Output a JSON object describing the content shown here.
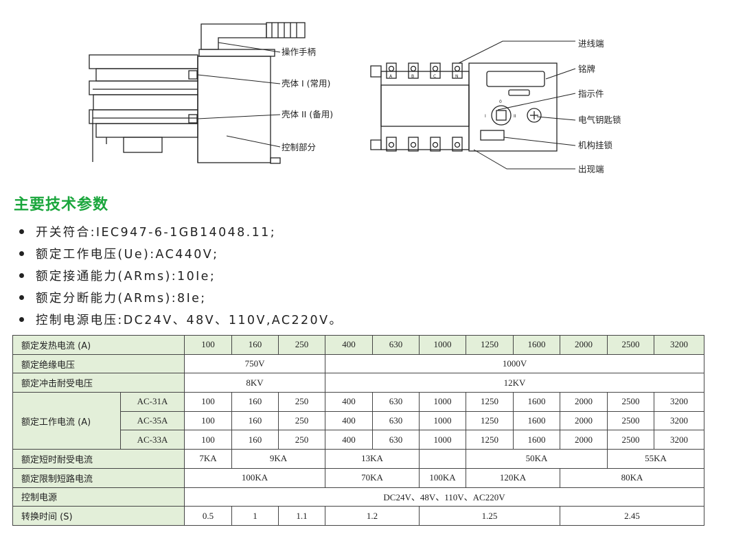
{
  "diagram": {
    "left_labels": [
      "操作手柄",
      "壳体 I (常用)",
      "壳体 II (备用)",
      "控制部分"
    ],
    "right_labels": [
      "进线端",
      "铭牌",
      "指示件",
      "电气钥匙锁",
      "机构挂锁",
      "出现端"
    ],
    "terminal_letters": [
      "A",
      "B",
      "C",
      "N"
    ],
    "dial_marks": [
      "0",
      "I",
      "II"
    ]
  },
  "section_title": "主要技术参数",
  "specs": [
    "开关符合:IEC947-6-1GB14048.11;",
    "额定工作电压(Ue):AC440V;",
    "额定接通能力(ARms):10Ie;",
    "额定分断能力(ARms):8Ie;",
    "控制电源电压:DC24V、48V、110V,AC220V。"
  ],
  "table": {
    "currents": [
      "100",
      "160",
      "250",
      "400",
      "630",
      "1000",
      "1250",
      "1600",
      "2000",
      "2500",
      "3200"
    ],
    "rows": {
      "rated_current_label": "额定发热电流 (A)",
      "insulation_label": "额定绝缘电压",
      "insulation_values": [
        "750V",
        "1000V"
      ],
      "impulse_label": "额定冲击耐受电压",
      "impulse_values": [
        "8KV",
        "12KV"
      ],
      "work_current_label": "额定工作电流 (A)",
      "work_categories": [
        "AC-31A",
        "AC-35A",
        "AC-33A"
      ],
      "short_time_label": "额定短时耐受电流",
      "short_time_values": [
        "7KA",
        "9KA",
        "13KA",
        "50KA",
        "55KA"
      ],
      "limit_label": "额定限制短路电流",
      "limit_values": [
        "100KA",
        "70KA",
        "100KA",
        "120KA",
        "80KA"
      ],
      "control_power_label": "控制电源",
      "control_power_value": "DC24V、48V、110V、AC220V",
      "switch_time_label": "转换时间 (S)",
      "switch_time_values": [
        "0.5",
        "1",
        "1.1",
        "1.2",
        "1.25",
        "2.45"
      ]
    }
  },
  "colors": {
    "title_green": "#1aa63c",
    "header_fill": "#e3efd9",
    "line": "#222222"
  }
}
